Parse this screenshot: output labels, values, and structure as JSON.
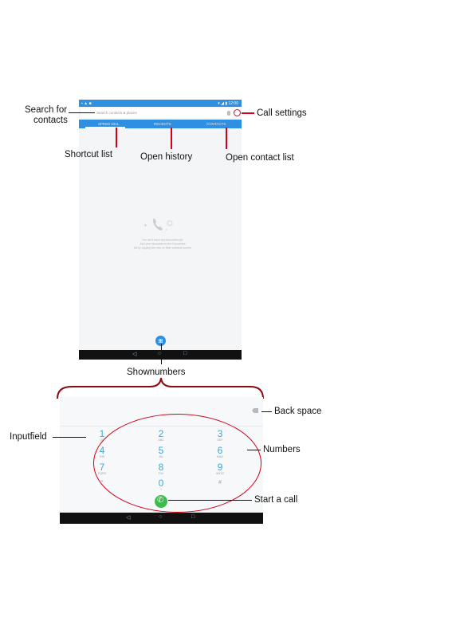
{
  "callouts": {
    "search_line1": "Search for",
    "search_line2": "contacts",
    "call_settings": "Call settings",
    "shortcut_list": "Shortcut list",
    "open_history": "Open history",
    "open_contact_list": "Open contact list",
    "show_numbers": "Shownumbers",
    "back_space": "Back space",
    "inputfield": "Inputfield",
    "numbers": "Numbers",
    "start_call": "Start a call"
  },
  "phone1": {
    "status_left": "▪ ▲ ■",
    "status_right": "▾ ◢ ▮ 12:00",
    "search_placeholder": "Search contacts & places",
    "tabs": [
      "SPEED DIAL",
      "RECENTS",
      "CONTACTS"
    ],
    "empty_text_lines": [
      "You don't have any favourites yet.",
      "Add your favourites to the Favourites",
      "list by tapping the star on their contacts screen"
    ],
    "nav": {
      "back": "◁",
      "home": "○",
      "recent": "□"
    }
  },
  "phone2": {
    "keys": [
      {
        "digit": "1",
        "letters": "QO"
      },
      {
        "digit": "2",
        "letters": "ABC"
      },
      {
        "digit": "3",
        "letters": "DEF"
      },
      {
        "digit": "4",
        "letters": "GHI"
      },
      {
        "digit": "5",
        "letters": "JKL"
      },
      {
        "digit": "6",
        "letters": "MNO"
      },
      {
        "digit": "7",
        "letters": "PQRS"
      },
      {
        "digit": "8",
        "letters": "TUV"
      },
      {
        "digit": "9",
        "letters": "WXYZ"
      },
      {
        "digit": "*",
        "letters": ""
      },
      {
        "digit": "0",
        "letters": "+"
      },
      {
        "digit": "#",
        "letters": ""
      }
    ],
    "nav": {
      "back": "◁",
      "home": "○",
      "recent": "□"
    }
  },
  "colors": {
    "accent": "#2f8fe0",
    "call_green": "#3dbb4c",
    "annotation_red": "#d0021b",
    "key_digit": "#3ea6d8"
  },
  "icons": [
    "overflow-menu-icon",
    "microphone-icon",
    "phone-icon",
    "dialpad-icon",
    "backspace-icon",
    "call-icon",
    "nav-back-icon",
    "nav-home-icon",
    "nav-recents-icon"
  ]
}
